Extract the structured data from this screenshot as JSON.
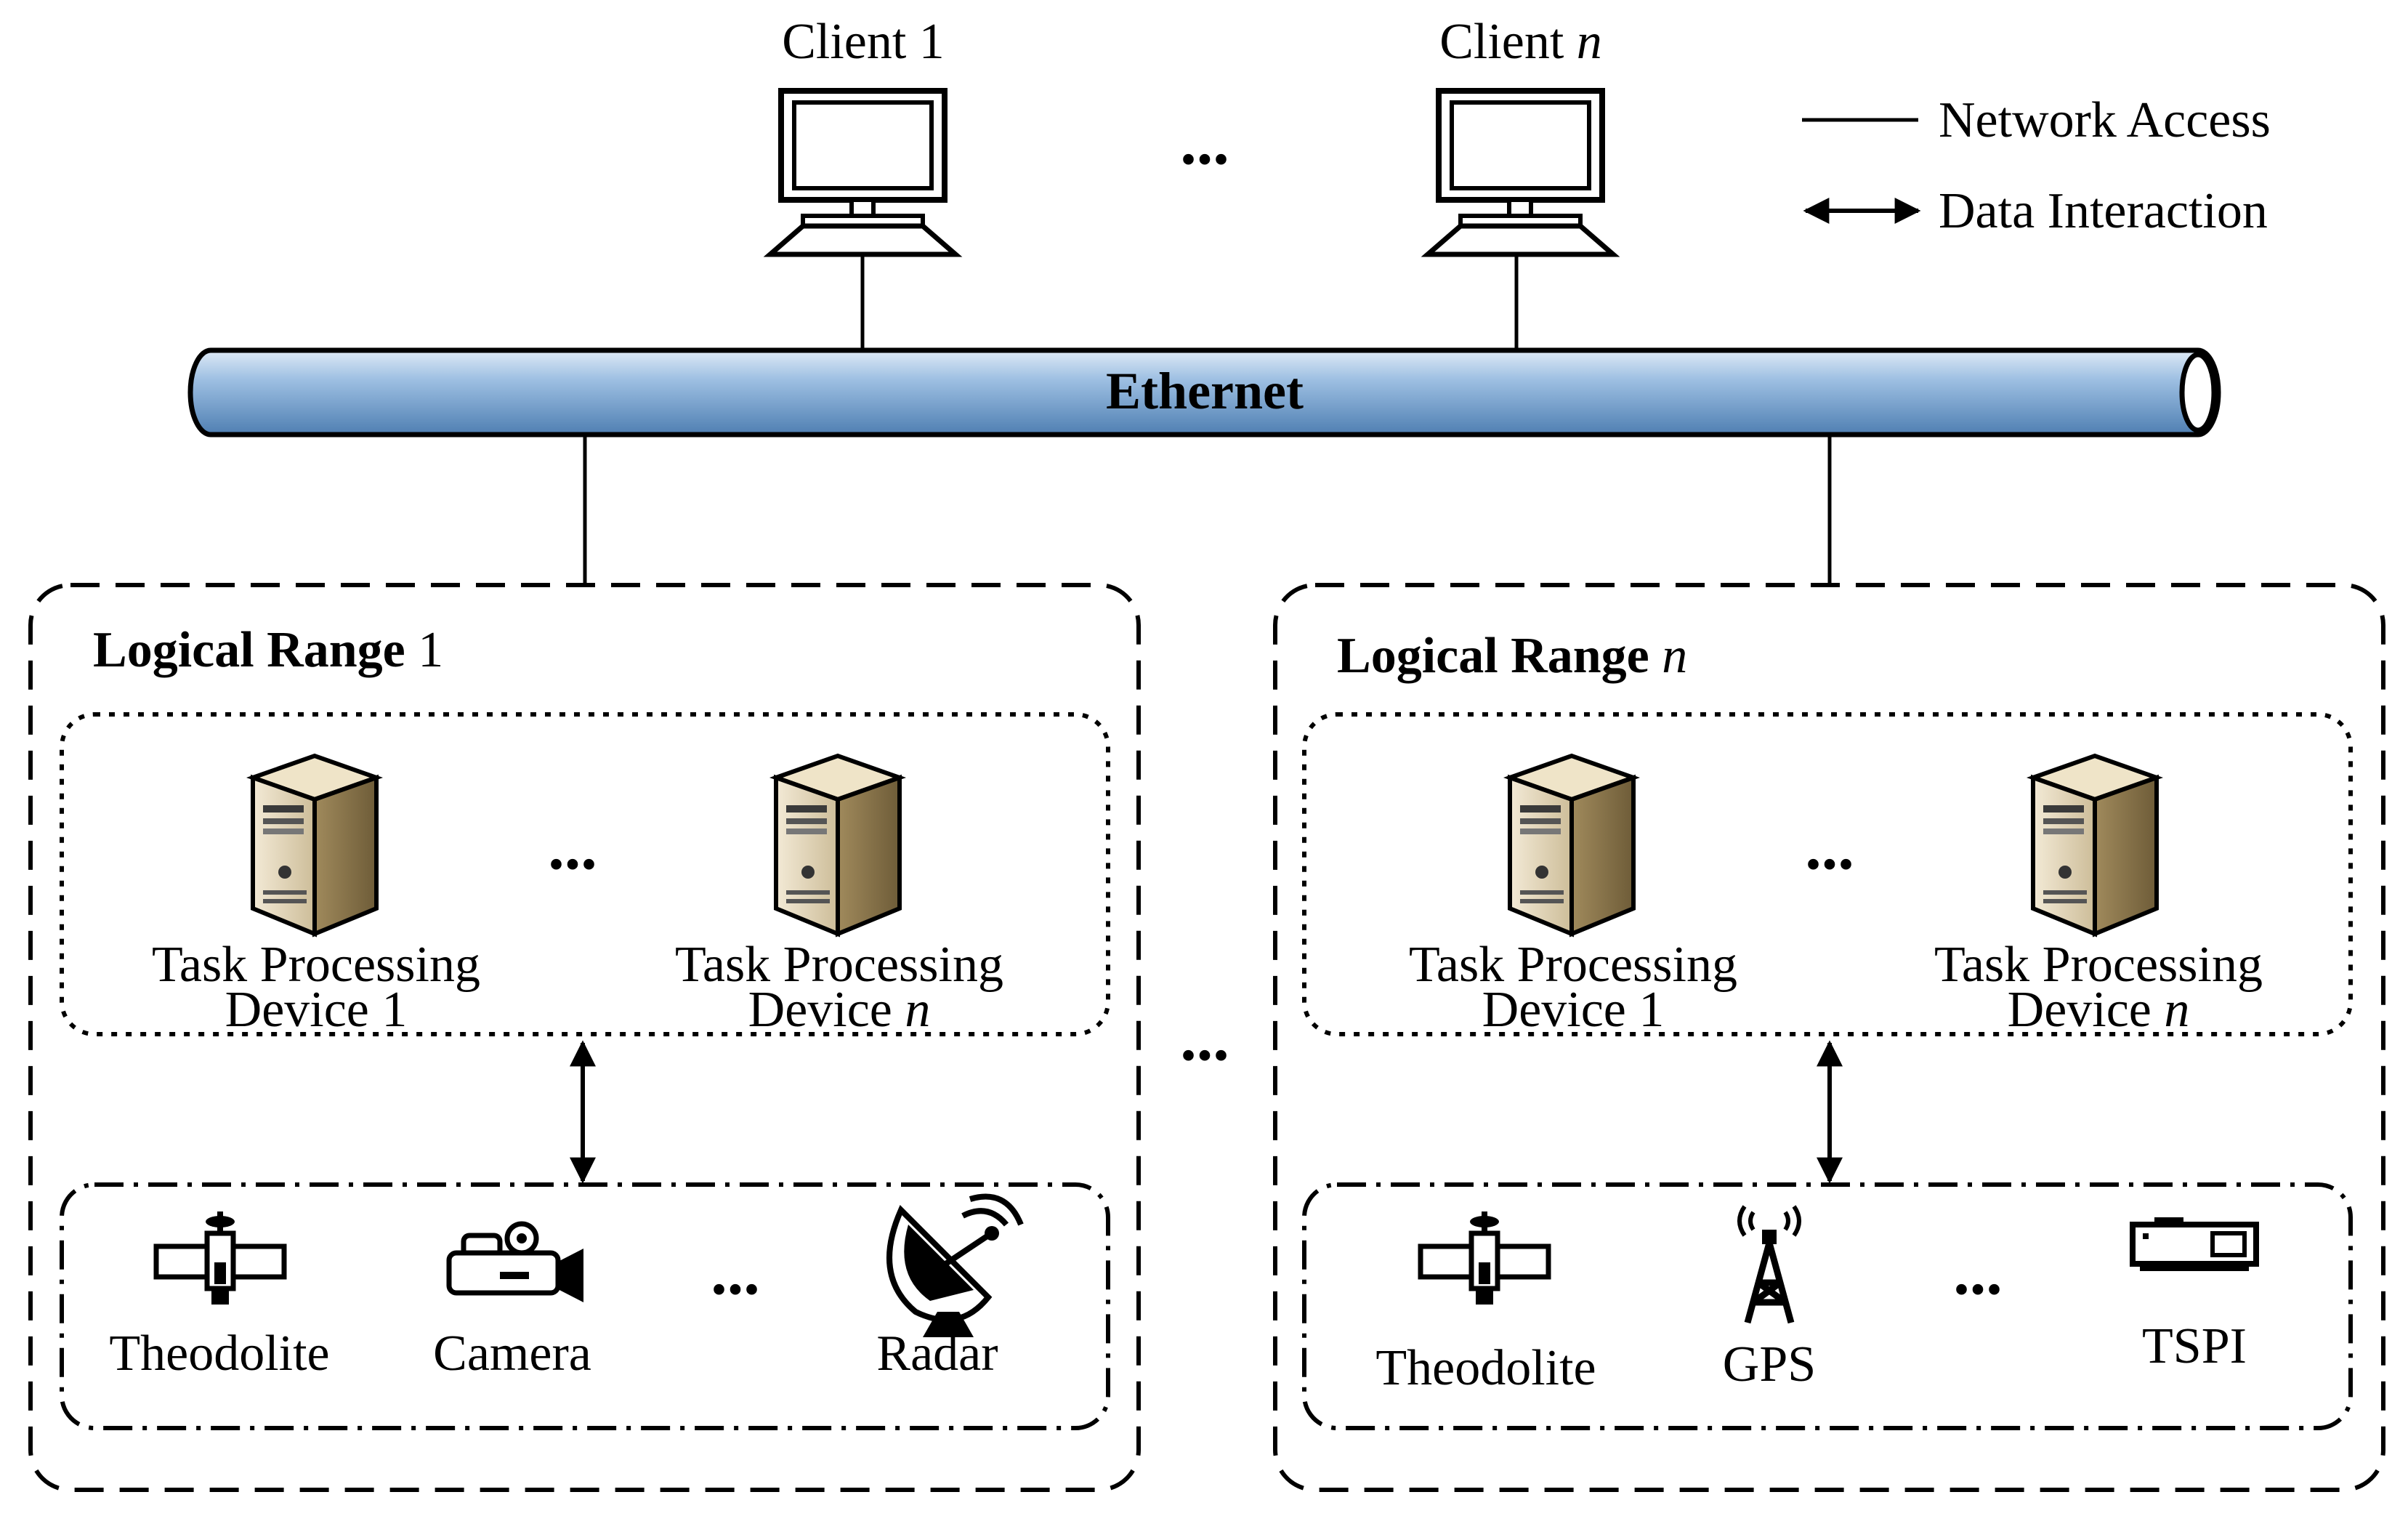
{
  "clients": [
    {
      "label": "Client 1",
      "base": "Client ",
      "suffix": "1",
      "suffix_italic": false
    },
    {
      "label": "Client n",
      "base": "Client ",
      "suffix": "n",
      "suffix_italic": true
    }
  ],
  "ellipsis": "...",
  "legend": {
    "network_access": "Network Access",
    "data_interaction": "Data Interaction"
  },
  "ethernet": {
    "label": "Ethernet",
    "fill_color": "#9dbfe2"
  },
  "ranges": [
    {
      "title_base": "Logical Range",
      "title_suffix": "1",
      "suffix_italic": false,
      "devices": [
        {
          "line1": "Task Processing",
          "line2_base": "Device ",
          "line2_suffix": "1",
          "suffix_italic": false
        },
        {
          "line1": "Task Processing",
          "line2_base": "Device ",
          "line2_suffix": "n",
          "suffix_italic": true
        }
      ],
      "sensors": [
        {
          "label": "Theodolite",
          "icon": "theodolite-icon"
        },
        {
          "label": "Camera",
          "icon": "camera-icon"
        },
        {
          "label": "Radar",
          "icon": "radar-icon"
        }
      ]
    },
    {
      "title_base": "Logical Range",
      "title_suffix": "n",
      "suffix_italic": true,
      "devices": [
        {
          "line1": "Task Processing",
          "line2_base": "Device ",
          "line2_suffix": "1",
          "suffix_italic": false
        },
        {
          "line1": "Task Processing",
          "line2_base": "Device ",
          "line2_suffix": "n",
          "suffix_italic": true
        }
      ],
      "sensors": [
        {
          "label": "Theodolite",
          "icon": "theodolite-icon"
        },
        {
          "label": "GPS",
          "icon": "gps-tower-icon"
        },
        {
          "label": "TSPI",
          "icon": "tspi-device-icon"
        }
      ]
    }
  ]
}
